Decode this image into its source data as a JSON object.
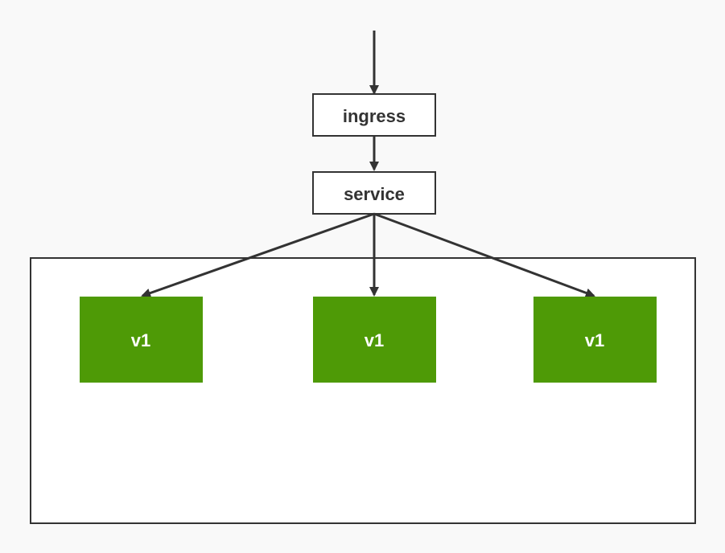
{
  "diagram": {
    "ingress": {
      "label": "ingress"
    },
    "service": {
      "label": "service"
    },
    "pods": [
      {
        "label": "v1"
      },
      {
        "label": "v1"
      },
      {
        "label": "v1"
      }
    ]
  },
  "colors": {
    "background": "#f9f9f9",
    "box_fill": "#ffffff",
    "stroke": "#333333",
    "pod_fill": "#4e9a06",
    "pod_text": "#ffffff"
  }
}
